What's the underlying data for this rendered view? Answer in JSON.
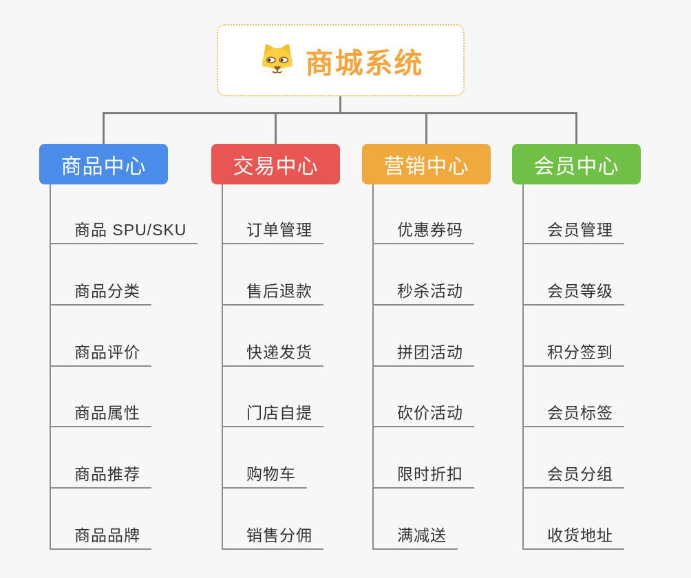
{
  "root": {
    "title": "商城系统",
    "icon": "shiba-dog-icon"
  },
  "branches": [
    {
      "label": "商品中心",
      "color": "#4A8CE8",
      "children": [
        "商品 SPU/SKU",
        "商品分类",
        "商品评价",
        "商品属性",
        "商品推荐",
        "商品品牌"
      ]
    },
    {
      "label": "交易中心",
      "color": "#E85653",
      "children": [
        "订单管理",
        "售后退款",
        "快递发货",
        "门店自提",
        "购物车",
        "销售分佣"
      ]
    },
    {
      "label": "营销中心",
      "color": "#EFA83C",
      "children": [
        "优惠券码",
        "秒杀活动",
        "拼团活动",
        "砍价活动",
        "限时折扣",
        "满减送"
      ]
    },
    {
      "label": "会员中心",
      "color": "#6FC045",
      "children": [
        "会员管理",
        "会员等级",
        "积分签到",
        "会员标签",
        "会员分组",
        "收货地址"
      ]
    }
  ],
  "colors": {
    "background": "#F7F7F7",
    "root_text": "#F5A53C",
    "root_border": "#F6BC58",
    "connector": "#7F7F7F",
    "underline": "#8D8D8D",
    "sub_text": "#333333"
  }
}
